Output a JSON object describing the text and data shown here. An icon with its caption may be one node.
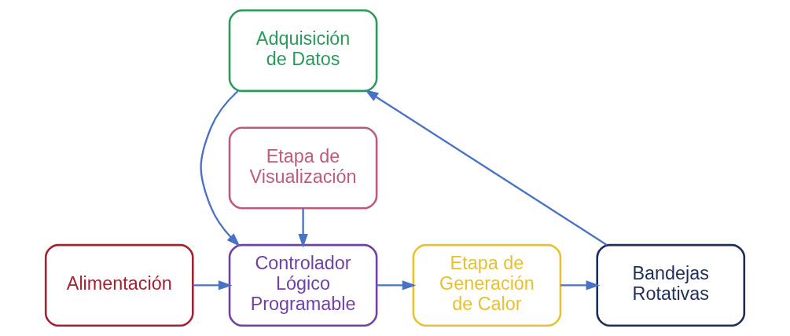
{
  "diagram": {
    "nodes": [
      {
        "text": [
          "Adquisición de Datos"
        ]
      },
      {
        "text": [
          "Alimentación"
        ]
      },
      {
        "text": [
          "Controlador Lógico Programable"
        ]
      },
      {
        "text": [
          "Etapa de Generación de Calor"
        ]
      },
      {
        "text": [
          "Bandejas Rotativas"
        ]
      },
      {
        "text": [
          "Etapa de Visualización"
        ]
      }
    ],
    "edges": [
      {
        "from": 0,
        "to": 2,
        "arrow": "to"
      },
      {
        "from": 1,
        "to": 2,
        "arrow": "to"
      },
      {
        "from": 2,
        "to": 3,
        "arrow": "to"
      },
      {
        "from": 3,
        "to": 4,
        "arrow": "to"
      },
      {
        "from": 4,
        "to": 0,
        "arrow": "to"
      },
      {
        "from": 5,
        "to": 2,
        "arrow": "to"
      }
    ]
  }
}
